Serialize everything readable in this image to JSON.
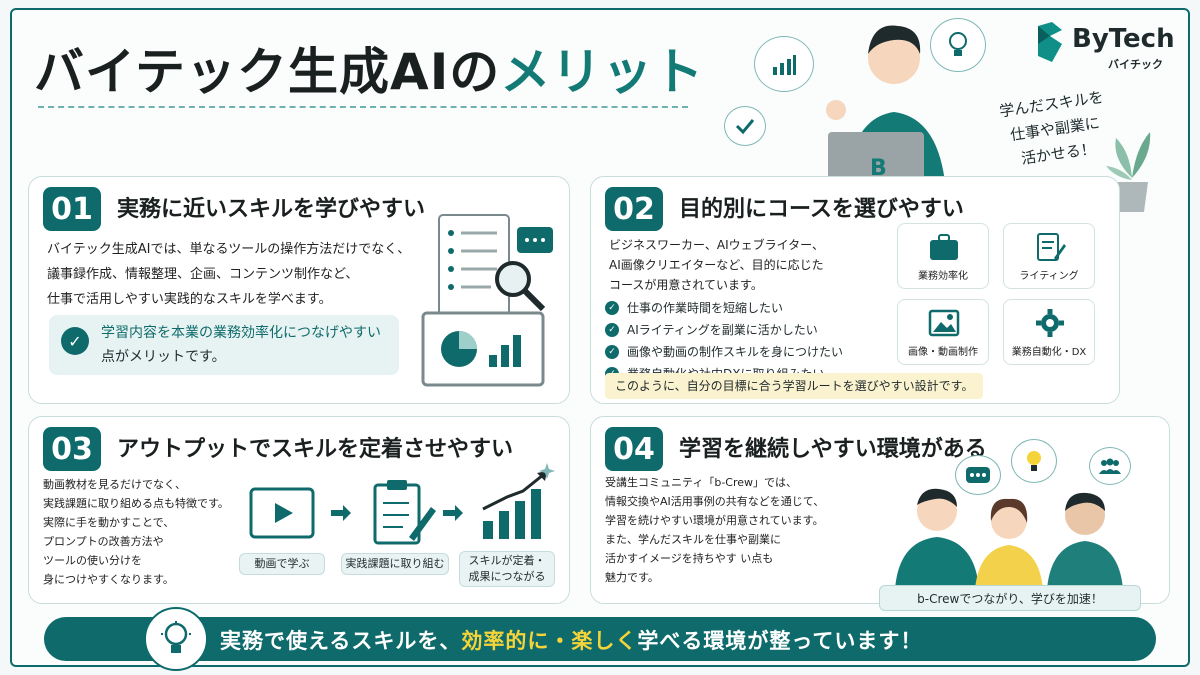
{
  "header": {
    "title_main": "バイテック生成AIの",
    "title_accent": "メリット"
  },
  "brand": {
    "name": "ByTech",
    "kana": "バイチック"
  },
  "hero": {
    "tagline_line1": "学んだスキルを",
    "tagline_line2": "仕事や副業に",
    "tagline_line3": "活かせる！",
    "laptop_mark": "B"
  },
  "cards": [
    {
      "num": "01",
      "title": "実務に近いスキルを学びやすい",
      "body": [
        "バイテック生成AIでは、単なるツールの操作方法だけでなく、",
        "議事録作成、情報整理、企画、コンテンツ制作など、",
        "仕事で活用しやすい実践的なスキルを学べます。"
      ],
      "note_hl": "学習内容を本業の業務効率化につなげやすい",
      "note_rest": "点がメリットです。"
    },
    {
      "num": "02",
      "title": "目的別にコースを選びやすい",
      "body": [
        "ビジネスワーカー、AIウェブライター、",
        "AI画像クリエイターなど、目的に応じた",
        "コースが用意されています。"
      ],
      "checks": [
        "仕事の作業時間を短縮したい",
        "AIライティングを副業に活かしたい",
        "画像や動画の制作スキルを身につけたい",
        "業務自動化や社内DXに取り組みたい"
      ],
      "summary": "このように、自分の目標に合う学習ルートを選びやすい設計です。",
      "tiles": [
        "業務効率化",
        "ライティング",
        "画像・動画制作",
        "業務自動化・DX"
      ]
    },
    {
      "num": "03",
      "title": "アウトプットでスキルを定着させやすい",
      "body": [
        "動画教材を見るだけでなく、",
        "実践課題に取り組める点も特徴です。",
        "実際に手を動かすことで、",
        "プロンプトの改善方法や",
        "ツールの使い分けを",
        "身につけやすくなります。"
      ],
      "steps": [
        "動画で学ぶ",
        "実践課題に取り組む",
        "スキルが定着・",
        "成果につながる"
      ]
    },
    {
      "num": "04",
      "title": "学習を継続しやすい環境がある",
      "body": [
        "受講生コミュニティ「b-Crew」では、",
        "情報交換やAI活用事例の共有などを通じて、",
        "学習を続けやすい環境が用意されています。",
        "また、学んだスキルを仕事や副業に",
        "活かすイメージを持ちやす い点も",
        "魅力です。"
      ],
      "community": "b-Crewでつながり、学びを加速！"
    }
  ],
  "footer": {
    "part1": "実務で使えるスキルを、",
    "part2": "効率的に・楽しく",
    "part3": "学べる環境が整っています！"
  },
  "colors": {
    "primary": "#0f6b6b",
    "accent_yellow": "#f5d43a",
    "background": "#f4f8f8"
  }
}
